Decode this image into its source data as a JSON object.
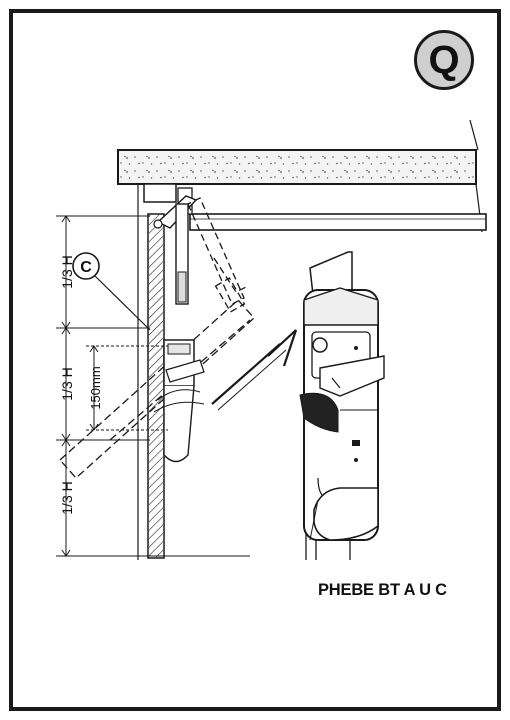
{
  "badge": {
    "letter": "Q"
  },
  "caption": "PHEBE BT A U C",
  "callout": {
    "letter": "C"
  },
  "dimensions": {
    "upper_third": "1/3 H",
    "middle_third": "1/3 H",
    "lower_third": "1/3 H",
    "offset": "150mm"
  }
}
